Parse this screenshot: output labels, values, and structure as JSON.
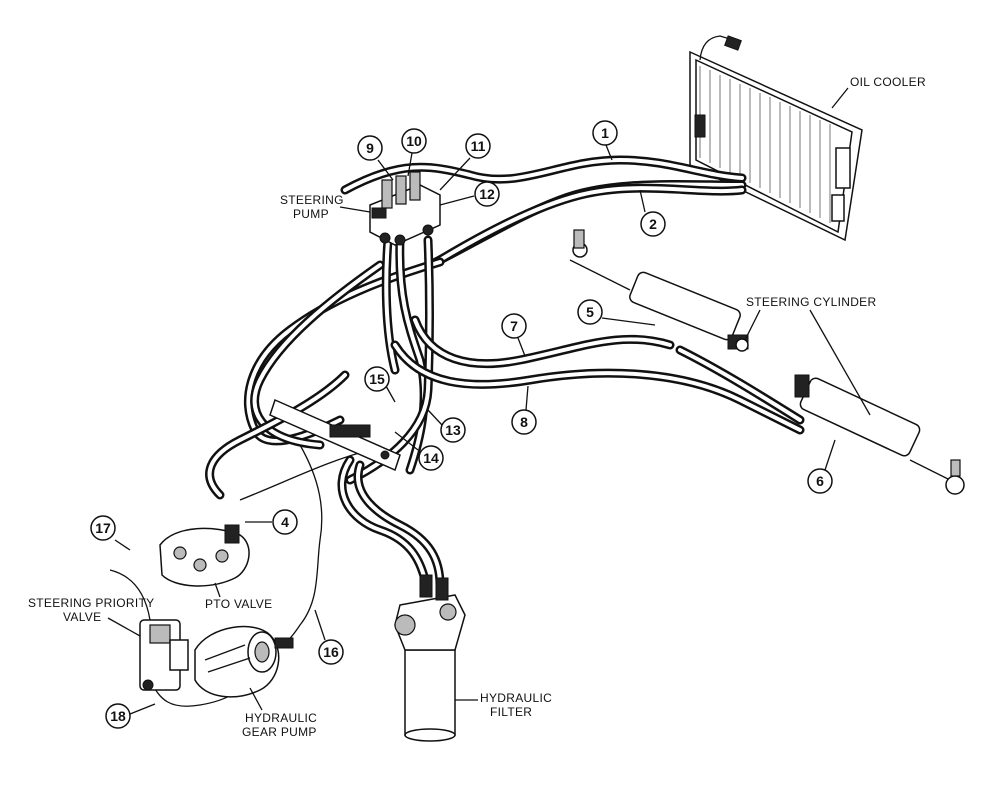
{
  "labels": {
    "oil_cooler": "OIL COOLER",
    "steering_pump_1": "STEERING",
    "steering_pump_2": "PUMP",
    "steering_cylinder": "STEERING CYLINDER",
    "pto_valve": "PTO VALVE",
    "priority_valve_1": "STEERING PRIORITY",
    "priority_valve_2": "VALVE",
    "gear_pump_1": "HYDRAULIC",
    "gear_pump_2": "GEAR PUMP",
    "filter_1": "HYDRAULIC",
    "filter_2": "FILTER"
  },
  "callouts": {
    "c1": "1",
    "c2": "2",
    "c4": "4",
    "c5": "5",
    "c6": "6",
    "c7": "7",
    "c8": "8",
    "c9": "9",
    "c10": "10",
    "c11": "11",
    "c12": "12",
    "c13": "13",
    "c14": "14",
    "c15": "15",
    "c16": "16",
    "c17": "17",
    "c18": "18"
  }
}
